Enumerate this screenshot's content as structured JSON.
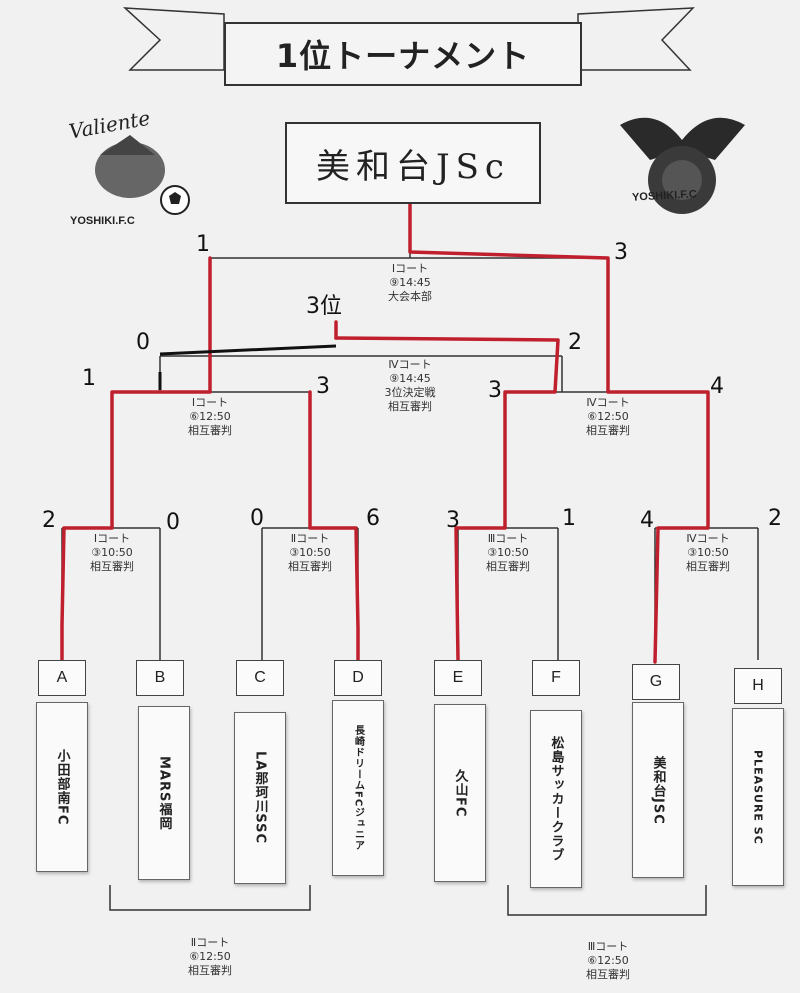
{
  "title": "1位トーナメント",
  "winner": "美和台JSc",
  "logos": {
    "left_script": "Valiente",
    "left_text": "YOSHIKI.F.C",
    "right_text": "YOSHIKI.F.C"
  },
  "matches": {
    "final": {
      "court": "Ⅰコート",
      "time": "⑨14:45",
      "ref": "大会本部"
    },
    "third": {
      "court": "Ⅳコート",
      "time": "⑨14:45",
      "label": "3位決定戦",
      "ref": "相互審判"
    },
    "semi_left": {
      "court": "Ⅰコート",
      "time": "⑥12:50",
      "ref": "相互審判"
    },
    "semi_right": {
      "court": "Ⅳコート",
      "time": "⑥12:50",
      "ref": "相互審判"
    },
    "r1": {
      "court": "Ⅰコート",
      "time": "③10:50",
      "ref": "相互審判"
    },
    "r2": {
      "court": "Ⅱコート",
      "time": "③10:50",
      "ref": "相互審判"
    },
    "r3": {
      "court": "Ⅲコート",
      "time": "③10:50",
      "ref": "相互審判"
    },
    "r4": {
      "court": "Ⅳコート",
      "time": "③10:50",
      "ref": "相互審判"
    },
    "consol_left": {
      "court": "Ⅱコート",
      "time": "⑥12:50",
      "ref": "相互審判"
    },
    "consol_right": {
      "court": "Ⅲコート",
      "time": "⑥12:50",
      "ref": "相互審判"
    }
  },
  "scores": {
    "final_left": "1",
    "final_right": "3",
    "third_left": "0",
    "third_right": "2",
    "third_place": "3位",
    "sl_left": "1",
    "sl_right": "3",
    "sr_left": "3",
    "sr_right": "4",
    "r1_a": "2",
    "r1_b": "0",
    "r2_c": "0",
    "r2_d": "6",
    "r3_e": "3",
    "r3_f": "1",
    "r4_g": "4",
    "r4_h": "2"
  },
  "teams": [
    {
      "letter": "A",
      "name": "小田部南FC"
    },
    {
      "letter": "B",
      "name": "MARS福岡"
    },
    {
      "letter": "C",
      "name": "LA那珂川SSC"
    },
    {
      "letter": "D",
      "name": "長崎ドリームFCジュニア"
    },
    {
      "letter": "E",
      "name": "久山FC"
    },
    {
      "letter": "F",
      "name": "松島サッカークラブ"
    },
    {
      "letter": "G",
      "name": "美和台JSC"
    },
    {
      "letter": "H",
      "name": "PLEASURE SC"
    }
  ],
  "colors": {
    "win_line": "#c0202e",
    "line": "#333333",
    "marker": "#111111"
  }
}
